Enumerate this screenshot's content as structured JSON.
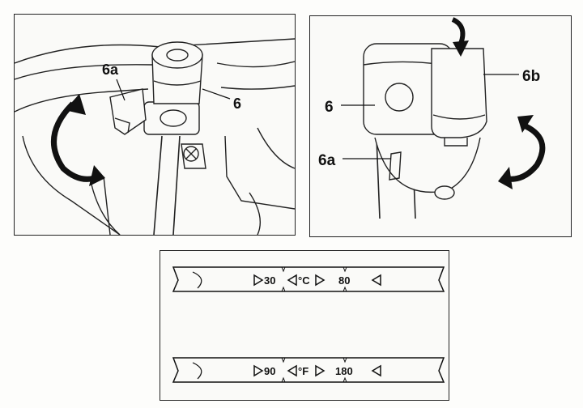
{
  "callouts": {
    "left_6a": "6a",
    "left_6": "6",
    "right_6": "6",
    "right_6a": "6a",
    "right_6b": "6b"
  },
  "gauges": {
    "celsius": {
      "low": "30",
      "unit": "°C",
      "high": "80"
    },
    "fahrenheit": {
      "low": "90",
      "unit": "°F",
      "high": "180"
    }
  },
  "colors": {
    "ink": "#111111",
    "paper": "#fafaf8"
  }
}
